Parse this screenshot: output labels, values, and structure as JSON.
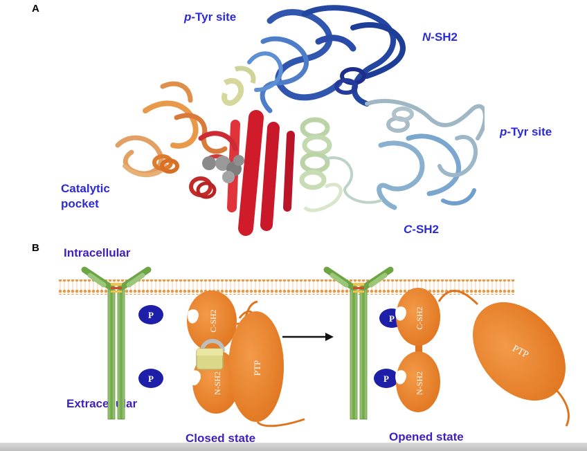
{
  "panel_a": {
    "letter": "A",
    "labels": {
      "ptyr_top_prefix": "p",
      "ptyr_top_suffix": "-Tyr site",
      "nsh2_prefix": "N",
      "nsh2_suffix": "-SH2",
      "ptyr_right_prefix": "p",
      "ptyr_right_suffix": "-Tyr site",
      "csh2_prefix": "C",
      "csh2_suffix": "-SH2",
      "catalytic_line1": "Catalytic",
      "catalytic_line2": "pocket"
    }
  },
  "panel_b": {
    "letter": "B",
    "intracellular": "Intracellular",
    "extracellular": "Extracellular",
    "closed_state": "Closed state",
    "opened_state": "Opened state",
    "p_label": "P",
    "csh2": "C-SH2",
    "nsh2": "N-SH2",
    "ptp": "PTP"
  },
  "colors": {
    "label_blue": "#2b2bd6",
    "label_purple": "#3f1fbf",
    "domain_orange": "#e8822a",
    "receptor_green": "#7fb35a",
    "phospho_blue": "#1d1fa8"
  }
}
